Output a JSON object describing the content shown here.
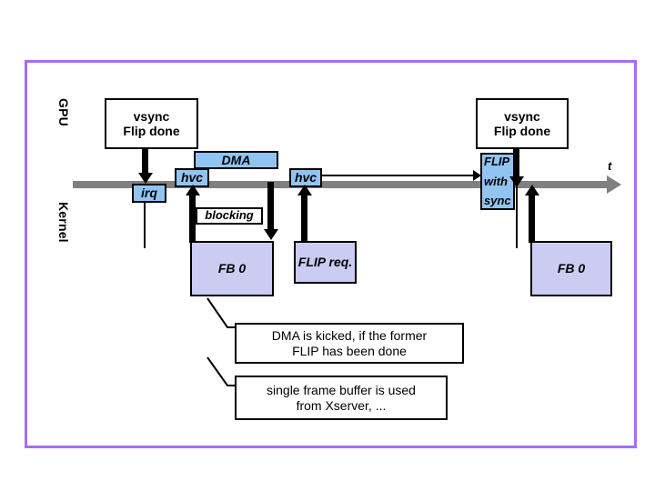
{
  "diagram": {
    "title": "GPU / Kernel vsync flip timing diagram",
    "lane_labels": {
      "top": "GPU",
      "bottom": "Kernel"
    },
    "time_axis": {
      "label": "t",
      "direction": "left-to-right",
      "color": "#808080"
    },
    "frame_color": "#a96bf5",
    "colors": {
      "blue_box": "#92c4f2",
      "lavender_box": "#ccccf2",
      "white_box": "#ffffff",
      "outline": "#000000",
      "timeline": "#808080"
    },
    "gpu_events": [
      {
        "id": "vsync-left",
        "lines": [
          "vsync",
          "Flip done"
        ]
      },
      {
        "id": "vsync-right",
        "lines": [
          "vsync",
          "Flip done"
        ]
      }
    ],
    "kernel_boxes": [
      {
        "id": "irq",
        "label": "irq",
        "style": "blue"
      },
      {
        "id": "hvc-1",
        "label": "hvc",
        "style": "blue"
      },
      {
        "id": "dma",
        "label": "DMA",
        "style": "blue"
      },
      {
        "id": "hvc-2",
        "label": "hvc",
        "style": "blue"
      },
      {
        "id": "blocking",
        "label": "blocking",
        "style": "white"
      },
      {
        "id": "fb0-left",
        "label": "FB 0",
        "style": "lavender"
      },
      {
        "id": "flip-req",
        "label": "FLIP req.",
        "style": "lavender"
      },
      {
        "id": "fb0-right",
        "label": "FB 0",
        "style": "lavender"
      }
    ],
    "flip_with_sync": {
      "id": "flip-with-sync",
      "style": "blue",
      "lines": [
        "FLIP",
        "with",
        "sync"
      ]
    },
    "callouts": [
      {
        "id": "callout-dma",
        "lines": [
          "DMA is kicked, if the former",
          "FLIP has been done"
        ]
      },
      {
        "id": "callout-fb",
        "lines": [
          "single frame buffer is used",
          "from Xserver, ..."
        ]
      }
    ]
  }
}
